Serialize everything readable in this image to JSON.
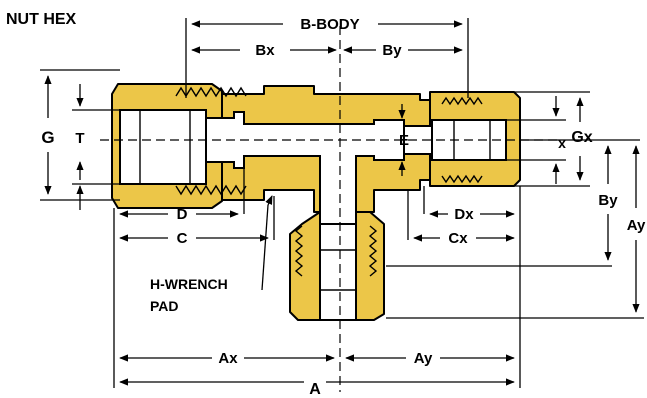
{
  "labels": {
    "nut_hex": "NUT HEX",
    "b_body": "B-BODY",
    "bx": "Bx",
    "by_top": "By",
    "g": "G",
    "t": "T",
    "e": "E",
    "x": "x",
    "gx": "Gx",
    "d": "D",
    "c": "C",
    "dx": "Dx",
    "cx": "Cx",
    "by_right": "By",
    "ay_right": "Ay",
    "h_wrench_line1": "H-WRENCH",
    "h_wrench_line2": "PAD",
    "ax": "Ax",
    "ay_bottom": "Ay",
    "a": "A"
  },
  "colors": {
    "body_fill": "#ecc648",
    "outline": "#000000",
    "background": "#ffffff"
  }
}
